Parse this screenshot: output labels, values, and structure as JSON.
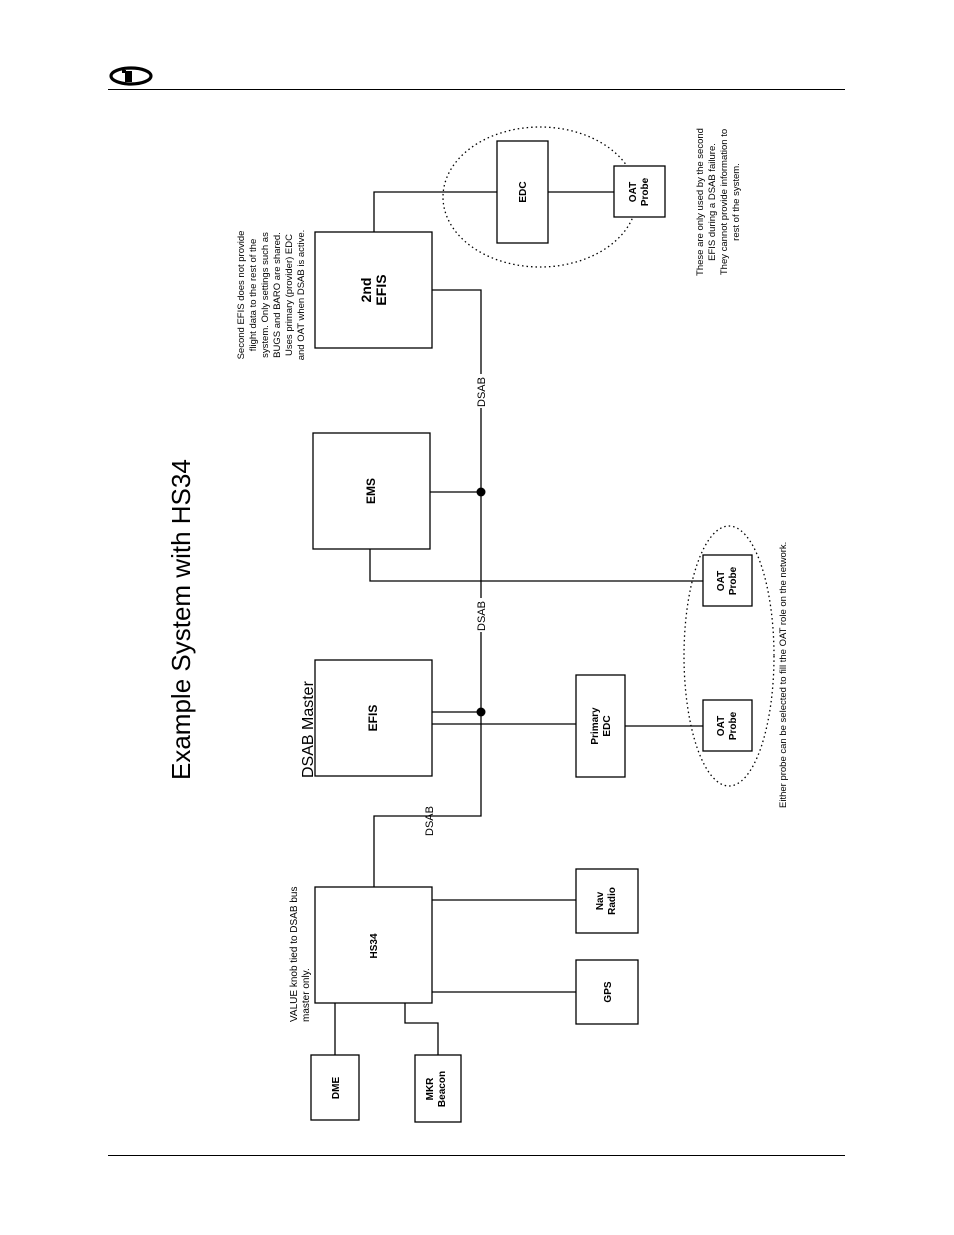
{
  "header": {
    "logo_icon": "company-logo-icon"
  },
  "diagram": {
    "title": "Example System with HS34",
    "master_label": "DSAB Master",
    "boxes": {
      "hs34": "HS34",
      "efis": "EFIS",
      "ems": "EMS",
      "efis2_line1": "2nd",
      "efis2_line2": "EFIS",
      "edc2": "EDC",
      "oat_top_line1": "OAT",
      "oat_top_line2": "Probe",
      "primary_edc_line1": "Primary",
      "primary_edc_line2": "EDC",
      "oat_mid_line1": "OAT",
      "oat_mid_line2": "Probe",
      "oat_low_line1": "OAT",
      "oat_low_line2": "Probe",
      "nav_radio_line1": "Nav",
      "nav_radio_line2": "Radio",
      "gps": "GPS",
      "dme": "DME",
      "mkr_line1": "MKR",
      "mkr_line2": "Beacon"
    },
    "bus_labels": {
      "dsab_left": "DSAB",
      "dsab_mid": "DSAB",
      "dsab_right": "DSAB"
    },
    "notes": {
      "hs34_line1": "VALUE knob tied to DSAB bus",
      "hs34_line2": "master only.",
      "efis2_line1": "Second EFIS does not provide",
      "efis2_line2": "flight data to the rest of the",
      "efis2_line3": "system. Only settings such as",
      "efis2_line4": "BUGS and BARO are shared.",
      "efis2_line5": "Uses primary (provider) EDC",
      "efis2_line6": "and OAT when DSAB is active.",
      "edc_line1": "These are only used by the second",
      "edc_line2": "EFIS during a DSAB failure.",
      "edc_line3": "They cannot provide information to",
      "edc_line4": "rest of the system.",
      "probe": "Either probe can be selected to fill the OAT role on the network."
    }
  }
}
